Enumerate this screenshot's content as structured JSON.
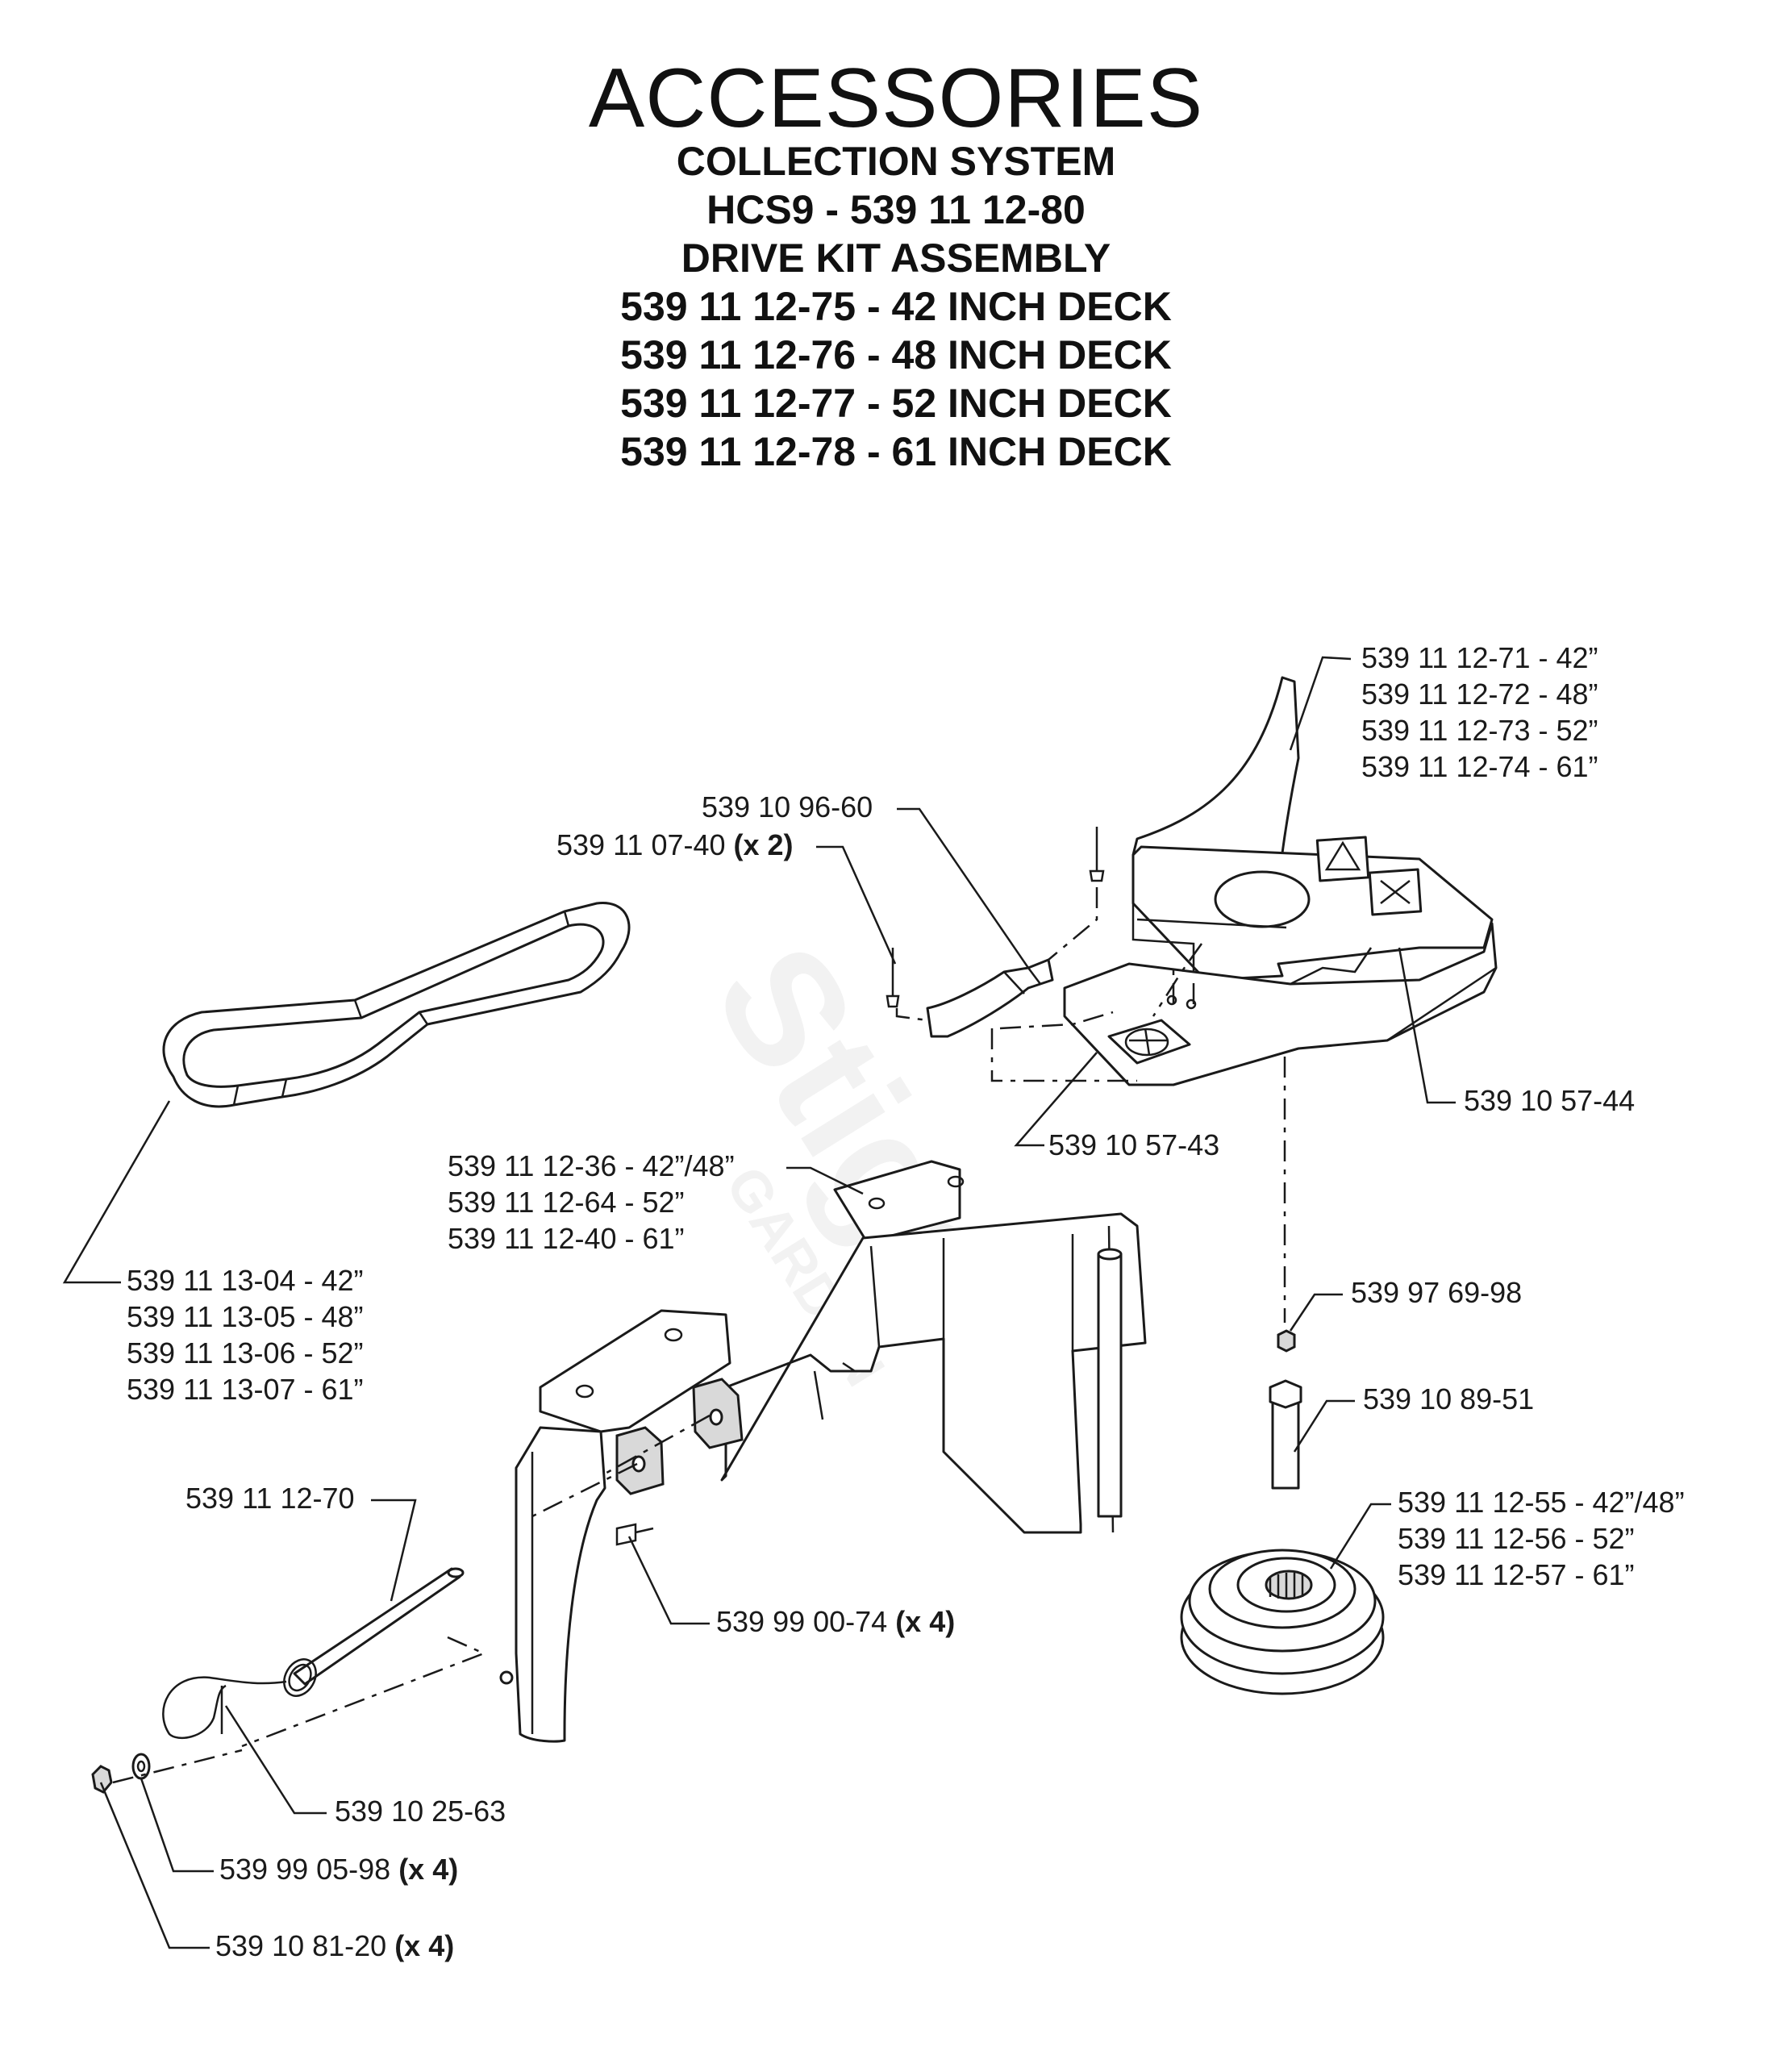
{
  "title": {
    "main": "ACCESSORIES",
    "lines": [
      "COLLECTION SYSTEM",
      "HCS9 - 539 11 12-80",
      "DRIVE KIT ASSEMBLY",
      "539 11 12-75 - 42 INCH DECK",
      "539 11 12-76 - 48 INCH DECK",
      "539 11 12-77 - 52 INCH DECK",
      "539 11 12-78 - 61 INCH DECK"
    ]
  },
  "watermark": {
    "brand": "Stiga",
    "sub": "GARDEN"
  },
  "callouts": {
    "chute": [
      "539 11 12-71 - 42”",
      "539 11 12-72 - 48”",
      "539 11 12-73 - 52”",
      "539 11 12-74 - 61”"
    ],
    "latch": "539 10 96-60",
    "rivet": {
      "text": "539 11 07-40 ",
      "qty": "(x 2)"
    },
    "decal_44": "539 10 57-44",
    "decal_43": "539 10 57-43",
    "bracket": [
      "539 11 12-36 - 42”/48”",
      "539 11 12-64 - 52”",
      "539 11 12-40 - 61”"
    ],
    "belt": [
      "539 11 13-04 - 42”",
      "539 11 13-05 - 48”",
      "539 11 13-06 - 52”",
      "539 11 13-07 - 61”"
    ],
    "nut_small": "539 97 69-98",
    "spacer": "539 10 89-51",
    "pulley": [
      "539 11 12-55 - 42”/48”",
      "539 11 12-56 - 52”",
      "539 11 12-57 - 61”"
    ],
    "pin": "539 11 12-70",
    "bolt": {
      "text": "539 99 00-74 ",
      "qty": "(x 4)"
    },
    "clip": "539 10 25-63",
    "washer": {
      "text": "539 99 05-98 ",
      "qty": "(x 4)"
    },
    "locknut": {
      "text": "539 10 81-20 ",
      "qty": "(x 4)"
    }
  }
}
